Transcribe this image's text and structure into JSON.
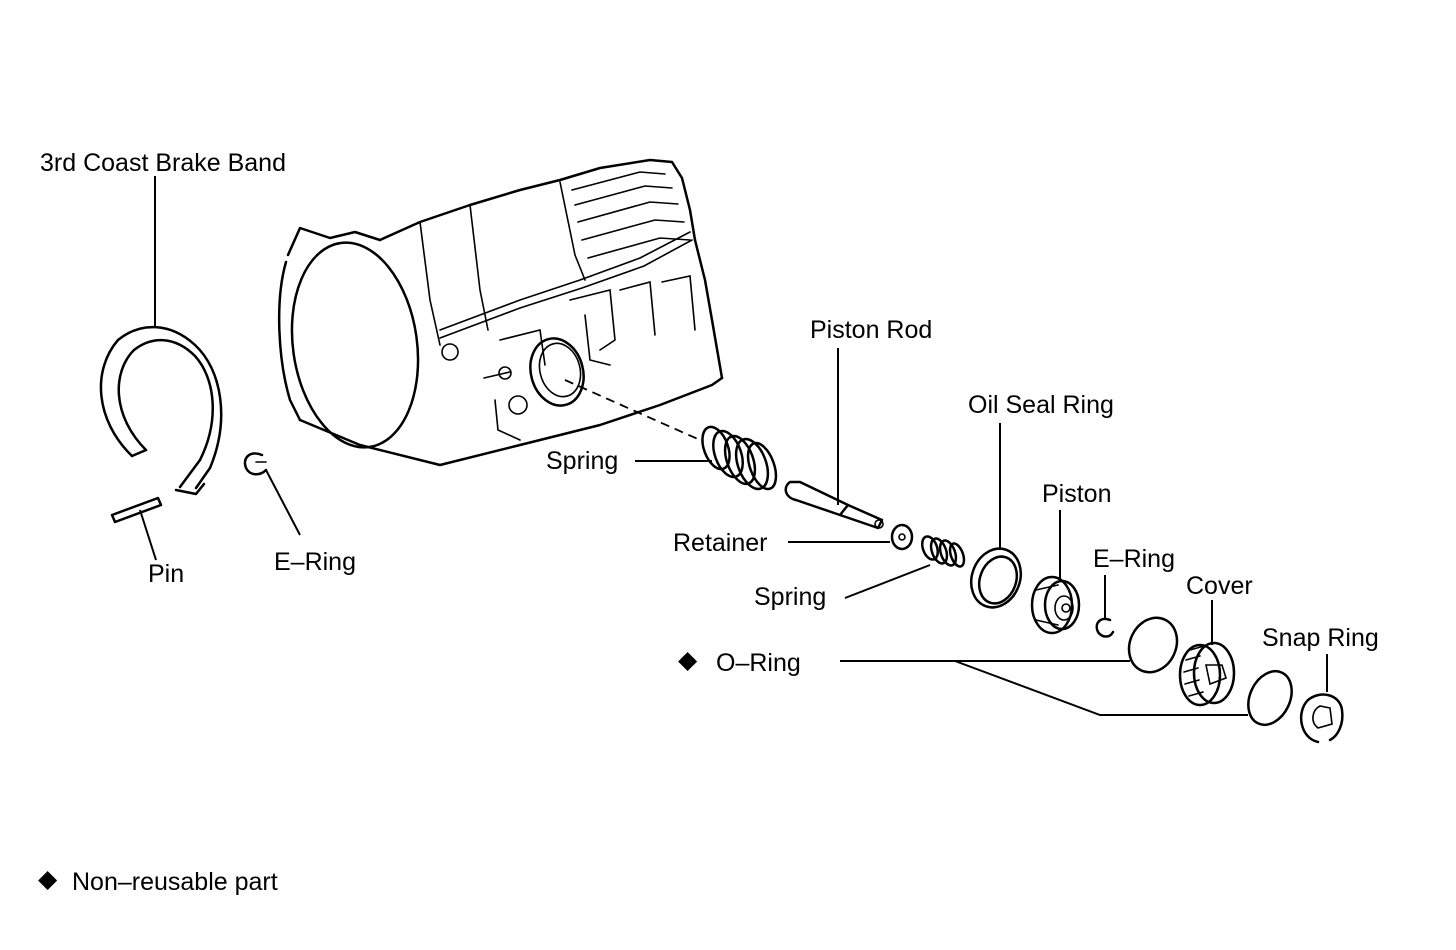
{
  "labels": {
    "brake_band": "3rd Coast Brake Band",
    "pin": "Pin",
    "e_ring_left": "E–Ring",
    "spring_outer": "Spring",
    "piston_rod": "Piston Rod",
    "retainer": "Retainer",
    "spring_inner": "Spring",
    "oil_seal_ring": "Oil Seal Ring",
    "piston": "Piston",
    "e_ring_right": "E–Ring",
    "cover": "Cover",
    "snap_ring": "Snap Ring",
    "o_ring": "O–Ring"
  },
  "markers": {
    "non_reusable_symbol": "◆"
  },
  "legend": {
    "text": "Non–reusable part"
  }
}
